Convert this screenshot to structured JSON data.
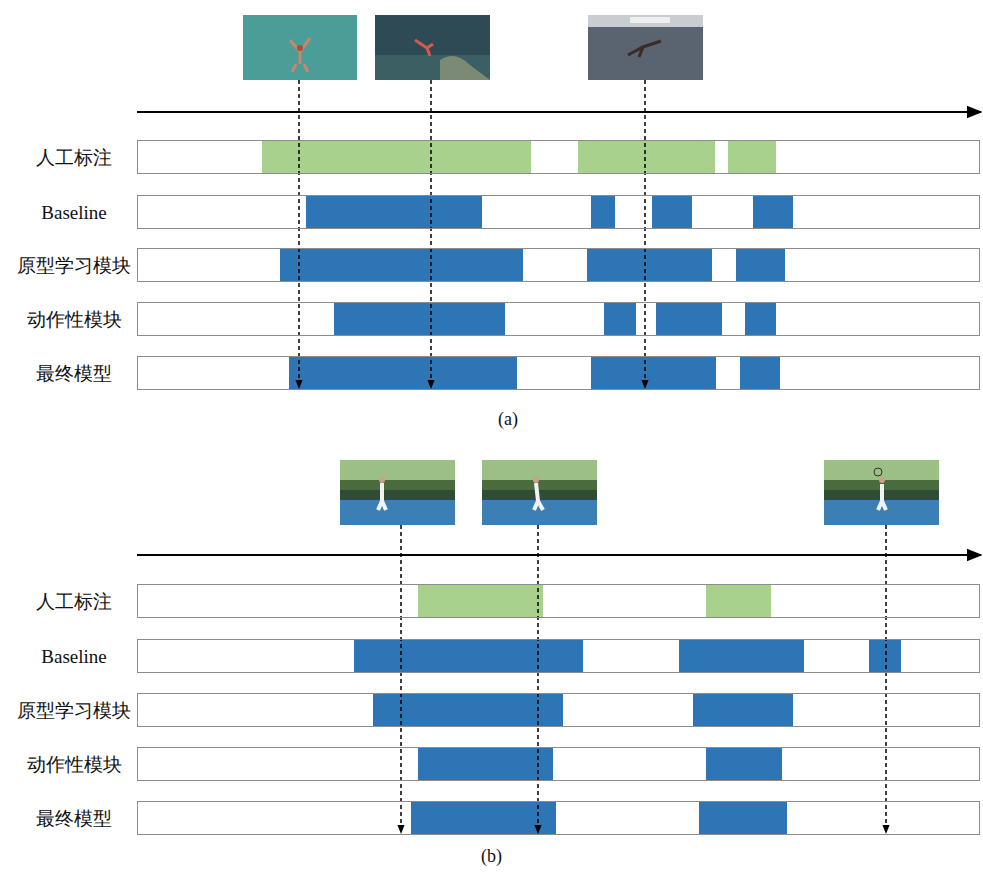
{
  "diagram": {
    "nodes": [
      {
        "text": [
          "人工标注"
        ]
      },
      {
        "text": [
          "Baseline"
        ]
      },
      {
        "text": [
          "原型学习模块"
        ]
      },
      {
        "text": [
          "动作性模块"
        ]
      },
      {
        "text": [
          "最终模型"
        ]
      },
      {
        "text": [
          "人工标注"
        ]
      },
      {
        "text": [
          "Baseline"
        ]
      },
      {
        "text": [
          "原型学习模块"
        ]
      },
      {
        "text": [
          "动作性模块"
        ]
      },
      {
        "text": [
          "最终模型"
        ]
      }
    ],
    "labels": [
      "(a)",
      "(b)"
    ]
  }
}
